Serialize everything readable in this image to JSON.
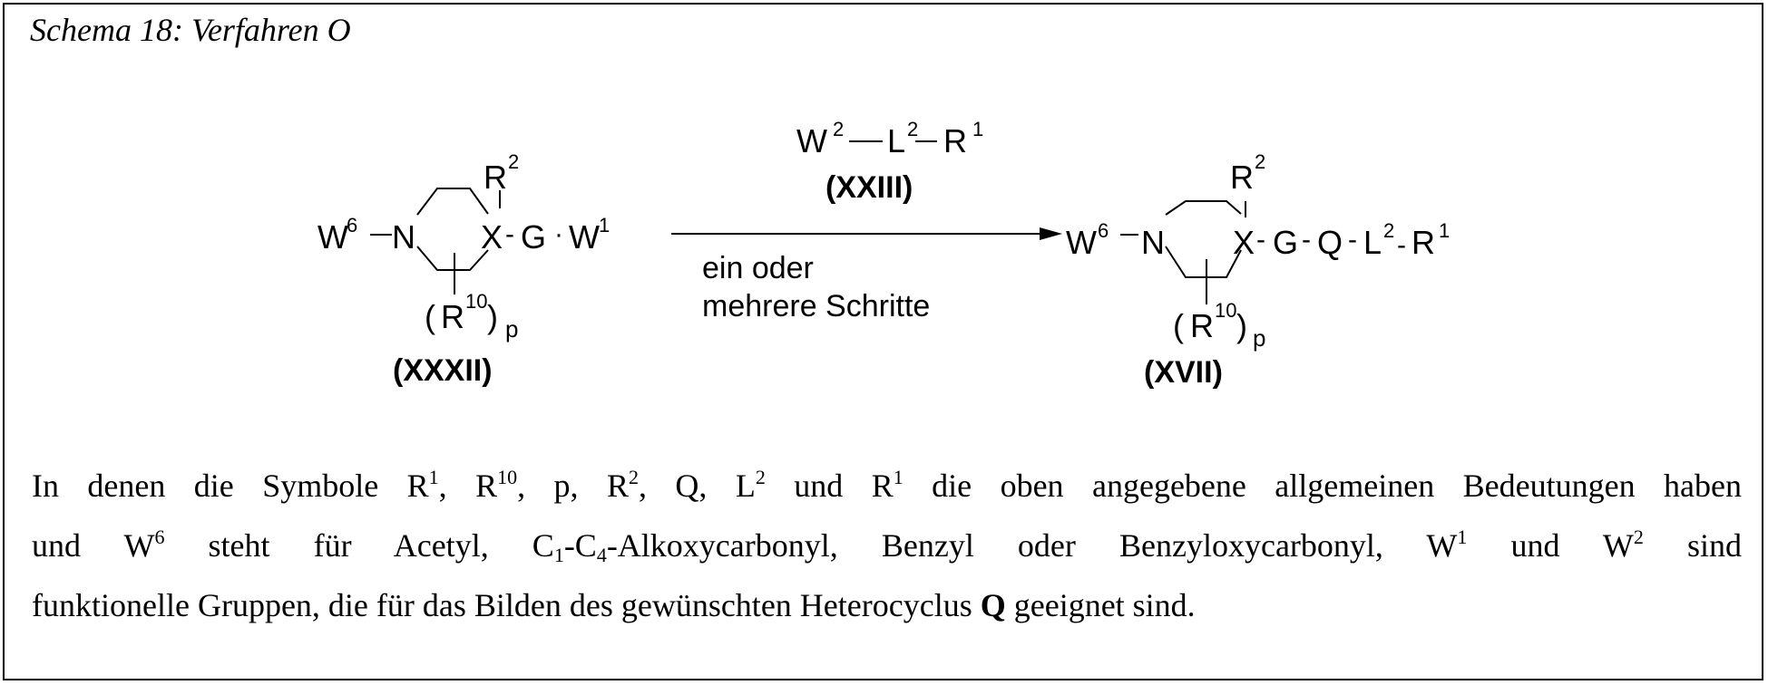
{
  "title": "Schema 18: Verfahren O",
  "reactant": {
    "w6": "W",
    "w6_sup": "6",
    "n": "N",
    "x": "X",
    "r2": "R",
    "r2_sup": "2",
    "g": "G",
    "w1": "W",
    "w1_sup": "1",
    "r10_open": "(",
    "r10": "R",
    "r10_sup": "10",
    "r10_close": ")",
    "p": "p",
    "label": "(XXXII)"
  },
  "reagent": {
    "w2": "W",
    "w2_sup": "2",
    "l2": "L",
    "l2_sup": "2",
    "r1": "R",
    "r1_sup": "1",
    "label": "(XXIII)"
  },
  "conditions": {
    "line1": "ein oder",
    "line2": "mehrere Schritte"
  },
  "product": {
    "w6": "W",
    "w6_sup": "6",
    "n": "N",
    "x": "X",
    "r2": "R",
    "r2_sup": "2",
    "g": "G",
    "q": "Q",
    "l2": "L",
    "l2_sup": "2",
    "r1": "R",
    "r1_sup": "1",
    "r10_open": "(",
    "r10": "R",
    "r10_sup": "10",
    "r10_close": ")",
    "p": "p",
    "label": "(XVII)"
  },
  "description": {
    "l1_a": "In denen die Symbole R",
    "l1_s1": "1",
    "l1_b": ", R",
    "l1_s2": "10",
    "l1_c": ", p, R",
    "l1_s3": "2",
    "l1_d": ", Q, L",
    "l1_s4": "2",
    "l1_e": " und R",
    "l1_s5": "1",
    "l1_f": "  die oben angegebene allgemeinen Bedeutungen haben",
    "l2_a": "und W",
    "l2_s1": "6",
    "l2_b": " steht für Acetyl, C",
    "l2_s2": "1",
    "l2_c": "-C",
    "l2_s3": "4",
    "l2_d": "-Alkoxycarbonyl, Benzyl oder Benzyloxycarbonyl, W",
    "l2_s4": "1",
    "l2_e": " und W",
    "l2_s5": "2",
    "l2_f": " sind",
    "l3_a": "funktionelle Gruppen, die für das Bilden des gewünschten Heterocyclus ",
    "l3_q": "Q",
    "l3_b": " geeignet sind."
  }
}
